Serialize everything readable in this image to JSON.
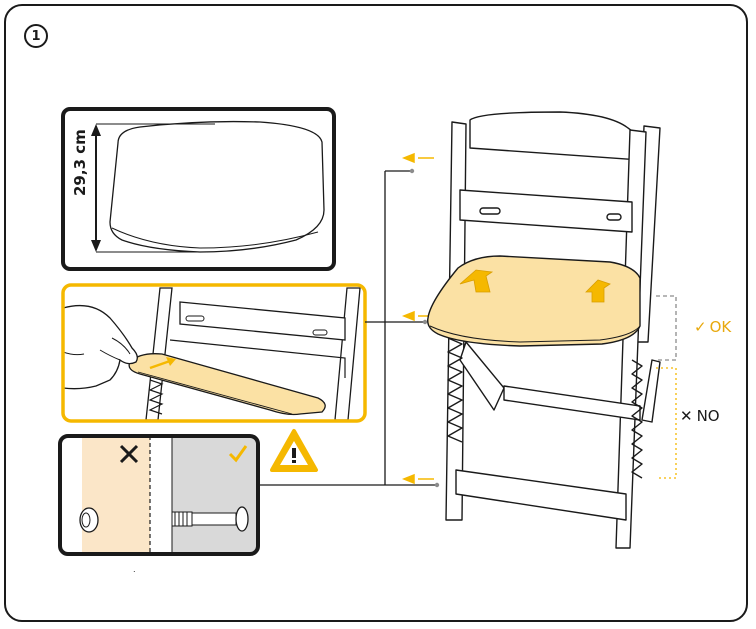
{
  "step": {
    "number": "1"
  },
  "dimension": {
    "label": "29,3 cm"
  },
  "options": {
    "ok": {
      "symbol": "✓",
      "label": "OK"
    },
    "no": {
      "symbol": "✕",
      "label": "NO"
    }
  },
  "colors": {
    "accent": "#f5b800",
    "seat_fill": "#fbe1a4",
    "wood_panel": "#fbe6c8",
    "grey_panel": "#d9d9d9",
    "outline": "#1a1a1a"
  },
  "icons": [
    "warning-icon",
    "up-arrow-icon",
    "left-arrow-icon",
    "check-icon",
    "cross-icon"
  ]
}
